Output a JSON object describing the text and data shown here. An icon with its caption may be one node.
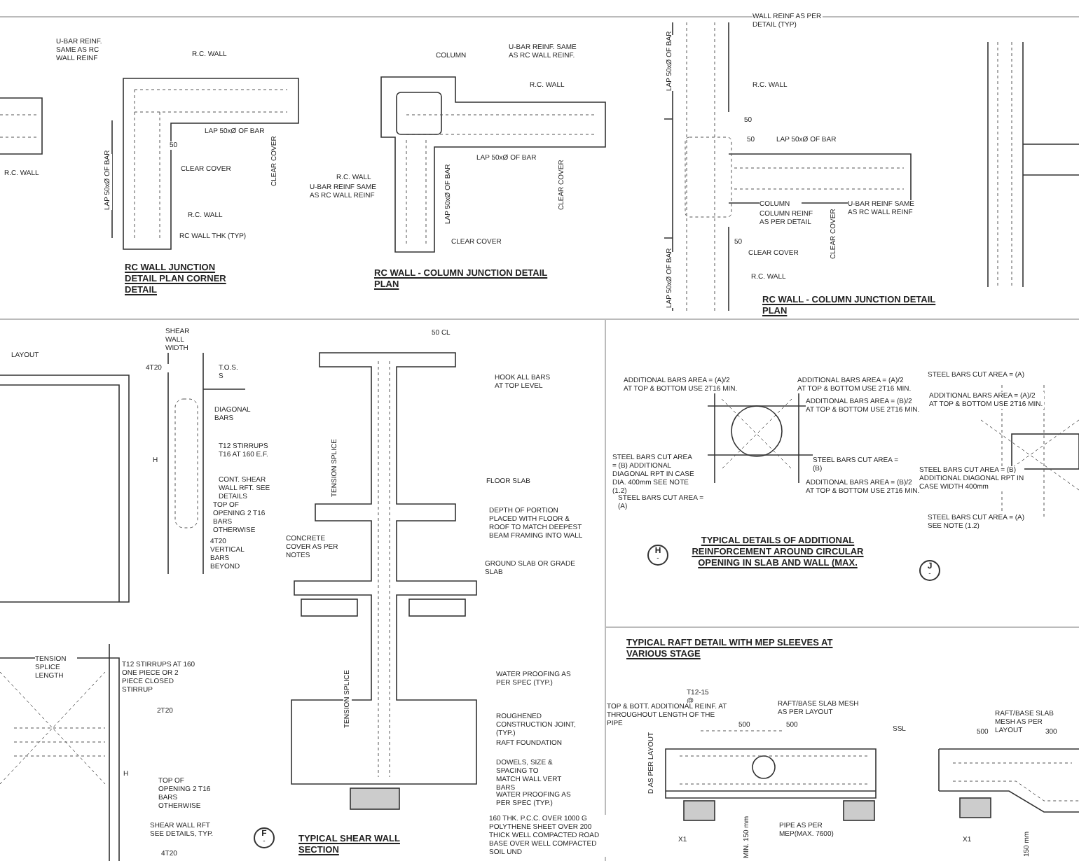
{
  "diagram": {
    "nodes": [
      {
        "text": [
          "H",
          "-"
        ]
      },
      {
        "text": [
          "J",
          "-"
        ]
      },
      {
        "text": [
          "F",
          "-"
        ]
      }
    ],
    "labels": [
      "R.C. WALL",
      "U-BAR REINF. SAME AS RC WALL REINF",
      "R.C. WALL",
      "LAP 50xØ OF BAR",
      "50",
      "LAP 50xØ OF BAR",
      "CLEAR COVER",
      "CLEAR COVER",
      "R.C. WALL",
      "RC WALL THK (TYP)",
      "RC WALL JUNCTION DETAIL PLAN CORNER DETAIL",
      "COLUMN",
      "U-BAR REINF. SAME AS RC WALL REINF.",
      "R.C. WALL",
      "LAP 50xØ OF BAR",
      "CLEAR COVER",
      "R.C. WALL",
      "U-BAR REINF SAME AS RC WALL REINF",
      "LAP 50xØ OF BAR",
      "CLEAR COVER",
      "RC WALL - COLUMN JUNCTION DETAIL PLAN",
      "WALL REINF AS PER DETAIL (TYP)",
      "LAP 50xØ OF BAR",
      "R.C. WALL",
      "50",
      "50",
      "LAP 50xØ OF BAR",
      "COLUMN",
      "COLUMN REINF AS PER DETAIL",
      "U-BAR REINF SAME AS RC WALL REINF",
      "CLEAR COVER",
      "50",
      "CLEAR COVER",
      "LAP 50xØ OF BAR",
      "R.C. WALL",
      "RC WALL - COLUMN JUNCTION DETAIL PLAN",
      "LAYOUT",
      "SHEAR WALL WIDTH",
      "4T20",
      "T.O.S. S",
      "DIAGONAL BARS",
      "H",
      "T12 STIRRUPS T16 AT 160 E.F.",
      "CONT. SHEAR WALL RFT. SEE DETAILS",
      "TOP OF OPENING 2 T16 BARS OTHERWISE",
      "4T20 VERTICAL BARS BEYOND",
      "50 CL",
      "HOOK ALL BARS AT TOP LEVEL",
      "TENSION SPLICE",
      "FLOOR SLAB",
      "DEPTH OF PORTION PLACED WITH FLOOR & ROOF TO MATCH DEEPEST BEAM FRAMING INTO WALL",
      "CONCRETE COVER AS PER NOTES",
      "GROUND SLAB OR GRADE SLAB",
      "TENSION SPLICE",
      "WATER PROOFING AS PER SPEC (TYP.)",
      "ROUGHENED CONSTRUCTION JOINT, (TYP.)",
      "RAFT FOUNDATION",
      "DOWELS, SIZE & SPACING TO MATCH WALL VERT BARS",
      "WATER PROOFING AS PER SPEC (TYP.)",
      "160 THK. P.C.C. OVER 1000 G POLYTHENE SHEET OVER 200 THICK WELL COMPACTED ROAD BASE OVER WELL COMPACTED SOIL UND",
      "TYPICAL SHEAR WALL SECTION",
      "TENSION SPLICE LENGTH",
      "T12 STIRRUPS AT 160 ONE PIECE OR 2 PIECE CLOSED STIRRUP",
      "2T20",
      "H",
      "TOP OF OPENING 2 T16 BARS OTHERWISE",
      "SHEAR WALL RFT SEE DETAILS, TYP.",
      "4T20",
      "ADDITIONAL BARS AREA = (A)/2 AT TOP & BOTTOM USE 2T16 MIN.",
      "ADDITIONAL BARS AREA = (A)/2 AT TOP & BOTTOM USE 2T16 MIN.",
      "ADDITIONAL BARS AREA = (B)/2 AT TOP & BOTTOM USE 2T16 MIN.",
      "STEEL BARS CUT AREA = (B) ADDITIONAL DIAGONAL RPT IN CASE DIA. 400mm SEE NOTE (1.2)",
      "STEEL BARS CUT AREA = (B)",
      "ADDITIONAL BARS AREA = (B)/2 AT TOP & BOTTOM USE 2T16 MIN.",
      "STEEL BARS CUT AREA = (A)",
      "TYPICAL DETAILS OF ADDITIONAL REINFORCEMENT AROUND CIRCULAR OPENING IN SLAB AND WALL (MAX.",
      "STEEL BARS CUT AREA = (A)",
      "ADDITIONAL BARS AREA = (A)/2 AT TOP & BOTTOM USE 2T16 MIN.",
      "STEEL BARS CUT AREA = (B) ADDITIONAL DIAGONAL RPT IN CASE WIDTH 400mm",
      "STEEL BARS CUT AREA = (A) SEE NOTE (1.2)",
      "TYPICAL RAFT DETAIL WITH MEP SLEEVES AT VARIOUS STAGE",
      "T12-15 @",
      "TOP & BOTT. ADDITIONAL REINF. AT THROUGHOUT LENGTH OF THE PIPE",
      "500",
      "RAFT/BASE SLAB MESH AS PER LAYOUT",
      "500",
      "SSL",
      "D AS PER LAYOUT",
      "PIPE AS PER MEP(MAX. 7600)",
      "MIN. 150 mm",
      "X1",
      "RAFT/BASE SLAB MESH AS PER LAYOUT",
      "500",
      "300",
      "150 mm",
      "X1"
    ]
  }
}
